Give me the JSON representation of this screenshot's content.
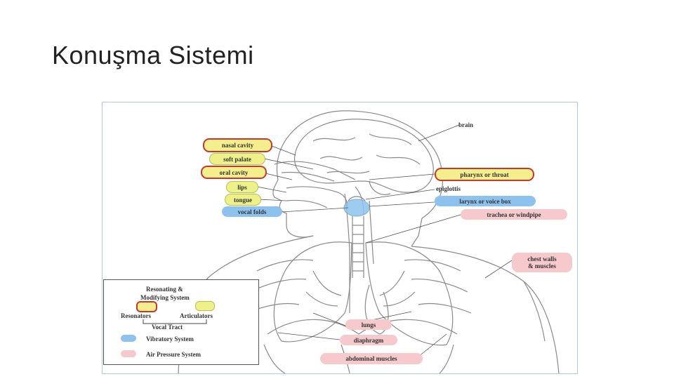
{
  "slide": {
    "title": "Konuşma Sistemi"
  },
  "diagram": {
    "labels": {
      "brain": "brain",
      "nasal_cavity": "nasal cavity",
      "soft_palate": "soft palate",
      "oral_cavity": "oral cavity",
      "lips": "lips",
      "tongue": "tongue",
      "vocal_folds": "vocal folds",
      "pharynx": "pharynx or throat",
      "epiglottis": "epiglottis",
      "larynx": "larynx or voice box",
      "trachea": "trachea or windpipe",
      "chest_walls_1": "chest walls",
      "chest_walls_2": "& muscles",
      "lungs": "lungs",
      "diaphragm": "diaphragm",
      "abdominal": "abdominal muscles"
    },
    "legend": {
      "title_1": "Resonating &",
      "title_2": "Modifying System",
      "resonators": "Resonators",
      "articulators": "Articulators",
      "vocal_tract": "Vocal Tract",
      "vibratory": "Vibratory System",
      "air_pressure": "Air Pressure System"
    },
    "colors": {
      "resonator_fill": "#f4ee8c",
      "resonator_border": "#c8382a",
      "articulator_fill": "#eef08a",
      "vibratory": "#8ec2ee",
      "air_pressure": "#f6c9cc"
    }
  }
}
